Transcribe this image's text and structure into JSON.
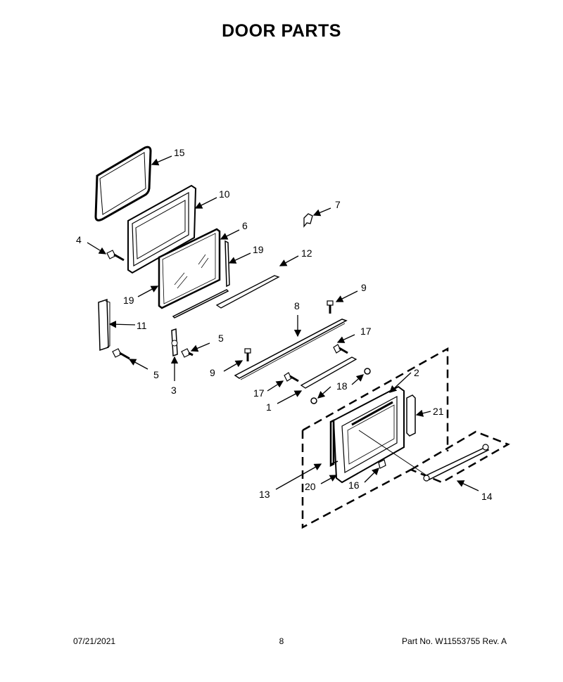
{
  "title": "DOOR PARTS",
  "footer": {
    "date": "07/21/2021",
    "page": "8",
    "part_no": "Part No.  W11553755  Rev.  A"
  },
  "callouts": {
    "c1": "1",
    "c2": "2",
    "c3": "3",
    "c4": "4",
    "c5a": "5",
    "c5b": "5",
    "c6": "6",
    "c7": "7",
    "c8": "8",
    "c9a": "9",
    "c9b": "9",
    "c10": "10",
    "c11": "11",
    "c12": "12",
    "c13": "13",
    "c14": "14",
    "c15": "15",
    "c16": "16",
    "c17a": "17",
    "c17b": "17",
    "c18": "18",
    "c19a": "19",
    "c19b": "19",
    "c20": "20",
    "c21": "21"
  }
}
